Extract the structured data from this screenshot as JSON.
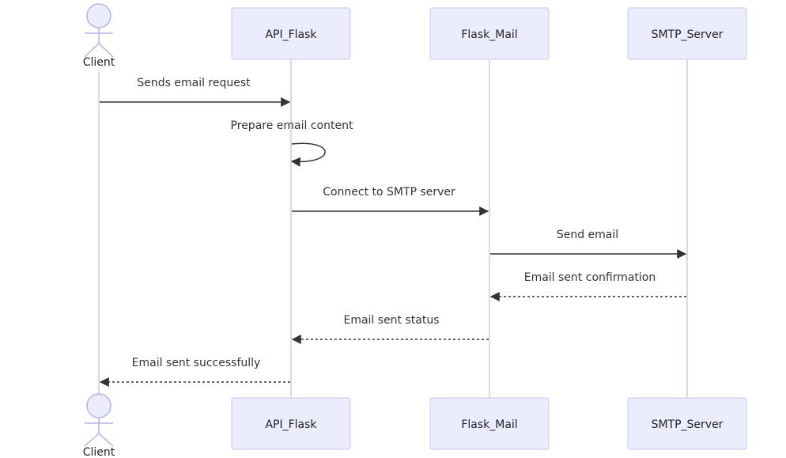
{
  "diagram": {
    "type": "sequence",
    "actor": {
      "label": "Client"
    },
    "participants": [
      {
        "id": "api",
        "label": "API_Flask"
      },
      {
        "id": "mail",
        "label": "Flask_Mail"
      },
      {
        "id": "smtp",
        "label": "SMTP_Server"
      }
    ],
    "messages": [
      {
        "from": "Client",
        "to": "API_Flask",
        "label": "Sends email request",
        "style": "solid"
      },
      {
        "from": "API_Flask",
        "to": "API_Flask",
        "label": "Prepare email content",
        "style": "solid"
      },
      {
        "from": "API_Flask",
        "to": "Flask_Mail",
        "label": "Connect to SMTP server",
        "style": "solid"
      },
      {
        "from": "Flask_Mail",
        "to": "SMTP_Server",
        "label": "Send email",
        "style": "solid"
      },
      {
        "from": "SMTP_Server",
        "to": "Flask_Mail",
        "label": "Email sent confirmation",
        "style": "dashed"
      },
      {
        "from": "Flask_Mail",
        "to": "API_Flask",
        "label": "Email sent status",
        "style": "dashed"
      },
      {
        "from": "API_Flask",
        "to": "Client",
        "label": "Email sent successfully",
        "style": "dashed"
      }
    ]
  },
  "colors": {
    "box_fill": "#ececff",
    "box_stroke": "#cbc3f0",
    "lifeline": "#cfc9ee",
    "arrow": "#333333"
  }
}
